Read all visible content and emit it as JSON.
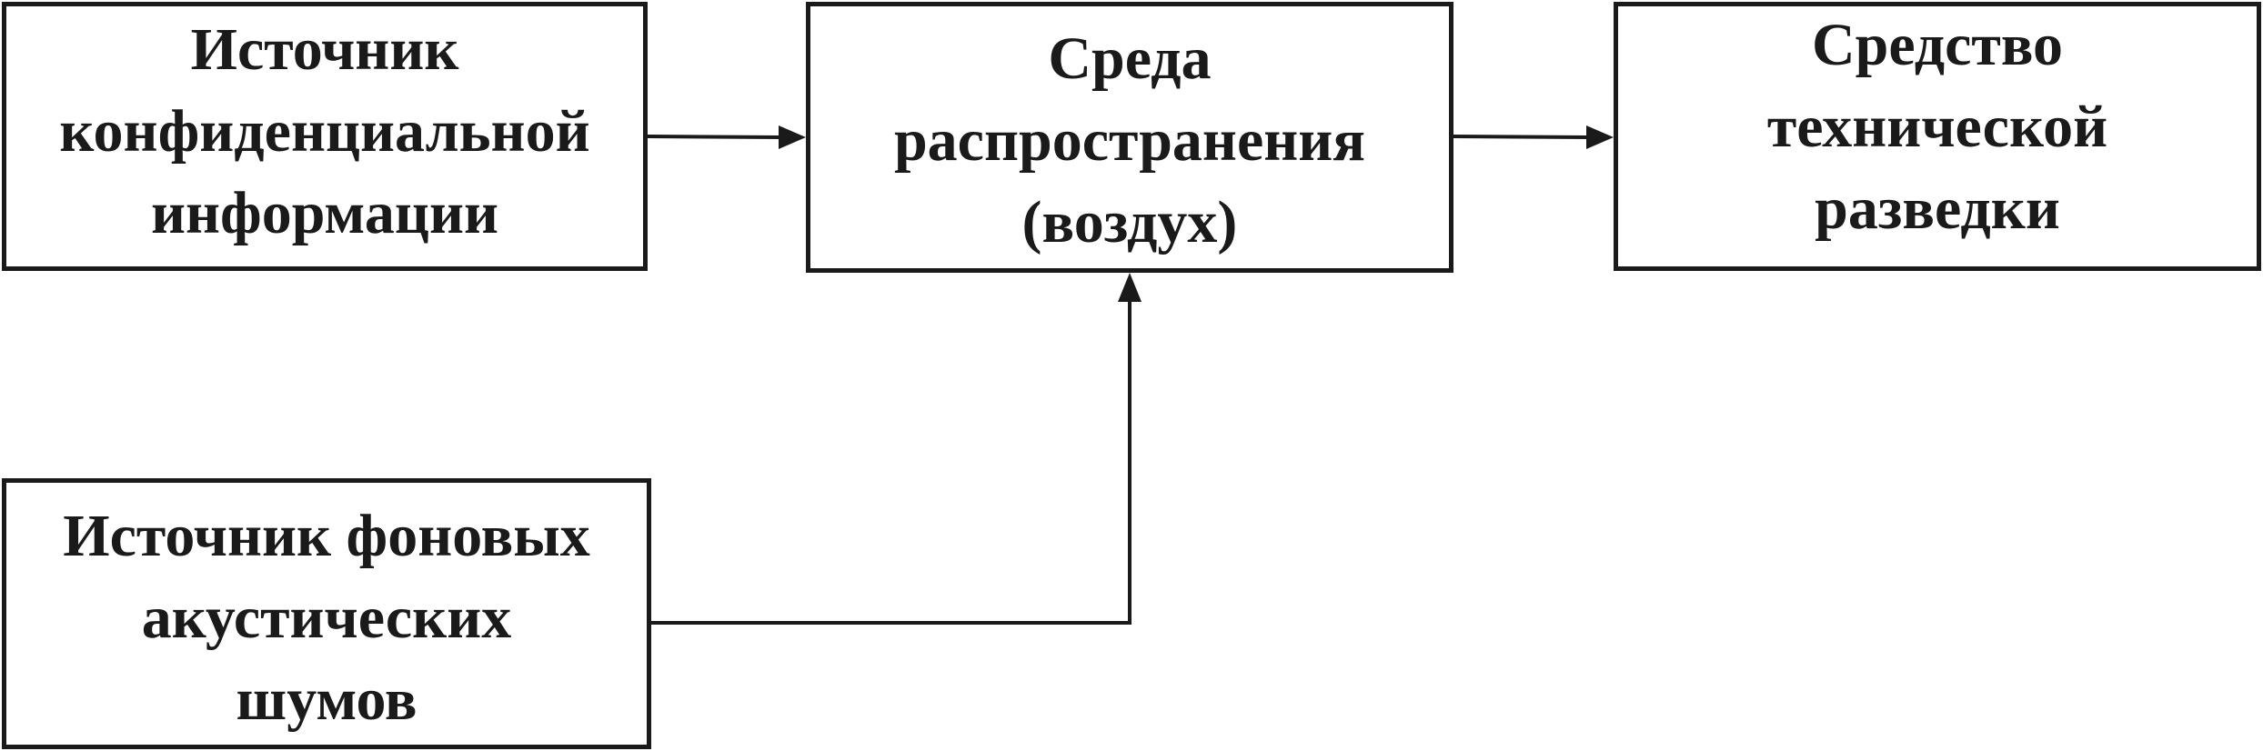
{
  "diagram": {
    "nodes": {
      "source": {
        "label": "Источник\nконфиденциальной\nинформации"
      },
      "medium": {
        "label": "Среда\nраспространения\n(воздух)"
      },
      "intel": {
        "label": "Средство\nтехнической\nразведки"
      },
      "noise": {
        "label": "Источник фоновых\nакустических\nшумов"
      }
    },
    "edges": [
      {
        "from": "source",
        "to": "medium"
      },
      {
        "from": "medium",
        "to": "intel"
      },
      {
        "from": "noise",
        "to": "medium"
      }
    ],
    "colors": {
      "stroke": "#1a1a1a",
      "background": "#ffffff"
    }
  }
}
